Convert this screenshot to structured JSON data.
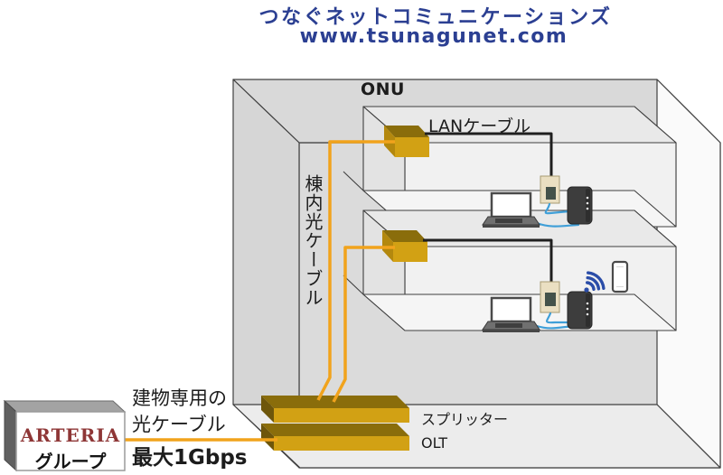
{
  "header": {
    "company": "つなぐネットコミュニケーションズ",
    "url": "www.tsunagunet.com"
  },
  "building": {
    "onu_label": "ONU",
    "lan_cable_label": "LANケーブル",
    "riser_cable_label": "棟内光ケーブル",
    "splitter_label": "スプリッター",
    "olt_label": "OLT"
  },
  "feed": {
    "note": "建物専用の\n光ケーブル",
    "speed": "最大1Gbps"
  },
  "provider": {
    "name": "ARTERIA",
    "group": "グループ"
  },
  "colors": {
    "brand_blue": "#2B3F92",
    "cable_orange": "#F1A31C",
    "device_gold": "#D2A114",
    "device_gold_dark": "#8A6D0B",
    "lan_cable_black": "#1F1F1F",
    "link_cable_blue": "#3F9FD8",
    "wifi_blue": "#2B4DA8",
    "arteria_red": "#8E3636"
  },
  "icons": {
    "wifi": "wifi-icon",
    "laptop": "laptop-icon",
    "router": "router-icon",
    "wall_outlet": "wall-outlet-icon",
    "smartphone": "smartphone-icon"
  }
}
